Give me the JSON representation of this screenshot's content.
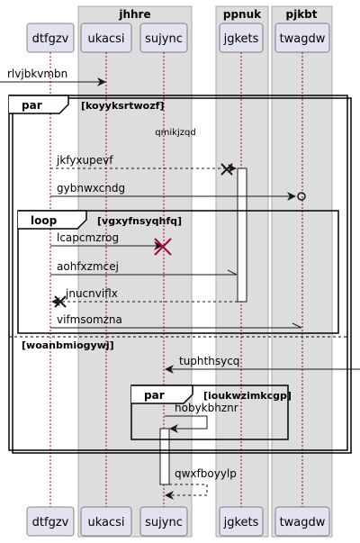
{
  "boxes": [
    {
      "id": "box_jhhre",
      "title": "jhhre"
    },
    {
      "id": "box_ppnuk",
      "title": "ppnuk"
    },
    {
      "id": "box_pjkbt",
      "title": "pjkbt"
    }
  ],
  "participants": [
    {
      "id": "p_dtfgzv",
      "label": "dtfgzv"
    },
    {
      "id": "p_ukacsi",
      "label": "ukacsi"
    },
    {
      "id": "p_sujync",
      "label": "sujync"
    },
    {
      "id": "p_jgkets",
      "label": "jgkets"
    },
    {
      "id": "p_twagdw",
      "label": "twagdw"
    }
  ],
  "fragments": [
    {
      "id": "frag_par1",
      "keyword": "par",
      "guard": "[koyyksrtwozf]"
    },
    {
      "id": "frag_loop",
      "keyword": "loop",
      "guard": "[vgxyfnsyqhfq]"
    },
    {
      "id": "frag_par2",
      "keyword": "par",
      "guard": "[ioukwzimkcgp]"
    }
  ],
  "else_guard": "[woanbmiogywj]",
  "delay_text": "qmikjzqd",
  "messages": [
    {
      "id": "m_rlvjbkvmbn",
      "label": "rlvjbkvmbn"
    },
    {
      "id": "m_jkfyxupevf",
      "label": "jkfyxupevf"
    },
    {
      "id": "m_gybnwxcndg",
      "label": "gybnwxcndg"
    },
    {
      "id": "m_lcapcmzrog",
      "label": "lcapcmzrog"
    },
    {
      "id": "m_aohfxzmcej",
      "label": "aohfxzmcej"
    },
    {
      "id": "m_jnucnviflx",
      "label": "jnucnviflx"
    },
    {
      "id": "m_vifmsomzna",
      "label": "vifmsomzna"
    },
    {
      "id": "m_tuphthsycq",
      "label": "tuphthsycq"
    },
    {
      "id": "m_hobykbhznr",
      "label": "hobykbhznr"
    },
    {
      "id": "m_qwxfboyylp",
      "label": "qwxfboyylp"
    }
  ],
  "colors": {
    "box_fill": "#dddddd",
    "box_stroke": "#aaaaaa",
    "participant_fill": "#e2e2f0",
    "participant_stroke": "#181818",
    "lifeline": "#a80036",
    "line": "#181818",
    "destroy": "#a80036",
    "activation_fill": "#ffffff"
  }
}
